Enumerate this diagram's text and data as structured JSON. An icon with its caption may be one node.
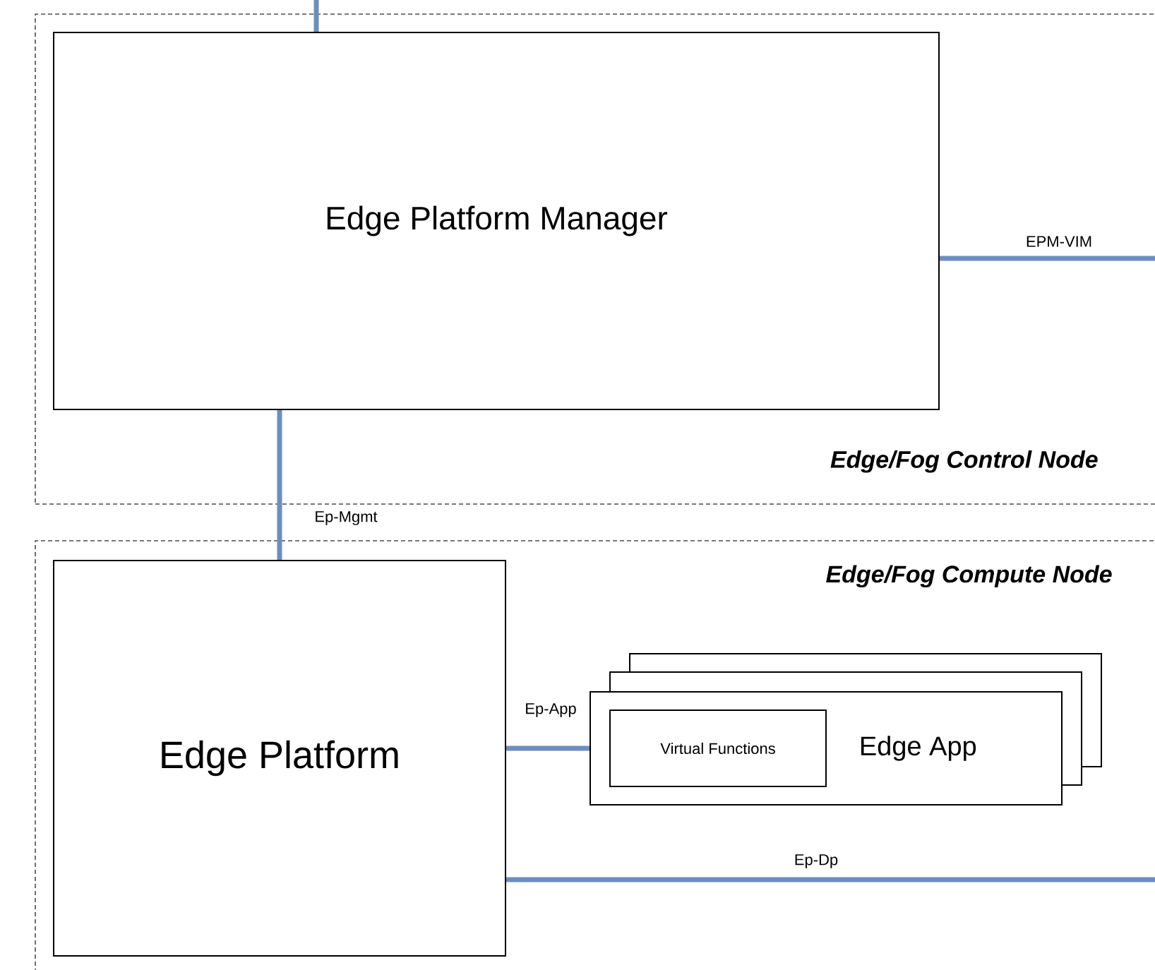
{
  "diagram": {
    "nodes": [
      {
        "text": [
          "Edge/Fog Control Node"
        ]
      },
      {
        "text": [
          "Edge Platform Manager"
        ],
        "in": 0
      },
      {
        "text": [
          "Edge/Fog Compute Node"
        ]
      },
      {
        "text": [
          "Edge Platform"
        ],
        "in": 2
      },
      {
        "text": [
          "Edge App"
        ],
        "in": 2
      },
      {
        "text": [
          "Virtual Functions"
        ],
        "in": 4
      }
    ],
    "edges": [
      {
        "from": null,
        "to": 1,
        "arrow": "none"
      },
      {
        "from": 1,
        "to": null,
        "arrow": "none",
        "label": "EPM-VIM"
      },
      {
        "from": 1,
        "to": 3,
        "arrow": "none",
        "label": "Ep-Mgmt"
      },
      {
        "from": 3,
        "to": 4,
        "arrow": "none",
        "label": "Ep-App"
      },
      {
        "from": 3,
        "to": null,
        "arrow": "none",
        "label": "Ep-Dp"
      }
    ]
  }
}
